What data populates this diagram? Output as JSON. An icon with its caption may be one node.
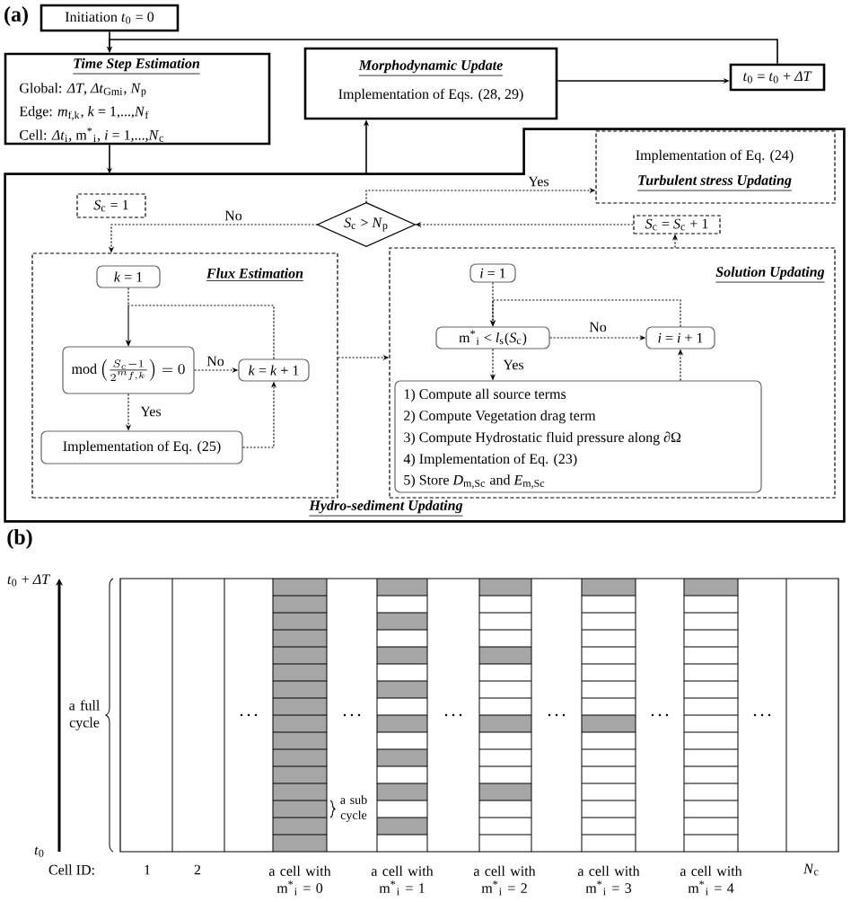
{
  "diagram": {
    "nodes": [
      {
        "text": [
          "Initiation *t*$_{0}$ = 0"
        ]
      },
      {
        "text": [
          "Time Step Estimation",
          "Global: *ΔT*, *Δt*$_{Gmi}$, *N*$_{p}$",
          "Edge: *m*$_{f,k}$, *k* = 1,...,*N*$_{f}$",
          "Cell: *Δt*$_{i}$, m$^{*}$$_{i}$, *i* = 1,...,*N*$_{c}$"
        ]
      },
      {
        "text": [
          "Morphodynamic Update",
          "Implementation of Eqs. (28, 29)"
        ]
      },
      {
        "text": [
          "*t*$_{0}$ = *t*$_{0}$ + *ΔT*"
        ]
      },
      {
        "text": [
          "Hydro-sediment Updating"
        ]
      },
      {
        "text": [
          "Implementation of Eq. (24)",
          "Turbulent stress Updating"
        ],
        "in": 4
      },
      {
        "text": [
          "*S*$_{c}$ = 1"
        ],
        "in": 4
      },
      {
        "text": [
          "*S*$_{c}$ > *N*$_{p}$"
        ],
        "in": 4
      },
      {
        "text": [
          "*S*$_{c}$ = *S*$_{c}$ + 1"
        ],
        "in": 4
      },
      {
        "text": [
          "Flux Estimation"
        ],
        "in": 4
      },
      {
        "text": [
          "*k* = 1"
        ],
        "in": 9
      },
      {
        "text": [
          "\\mathrm{mod}\\left(\\frac{S_c-1}{2^{m_{f,k}}}\\right)=0"
        ],
        "in": 9
      },
      {
        "text": [
          "*k* = *k* + 1"
        ],
        "in": 9
      },
      {
        "text": [
          "Implementation of Eq. (25)"
        ],
        "in": 9
      },
      {
        "text": [
          "Solution Updating"
        ],
        "in": 4
      },
      {
        "text": [
          "*i* = 1"
        ],
        "in": 14
      },
      {
        "text": [
          "m$^{*}$$_{i}$ < *l*$_{s}$(*S*$_{c}$)"
        ],
        "in": 14
      },
      {
        "text": [
          "*i* = *i* + 1"
        ],
        "in": 14
      },
      {
        "text": [
          "1) Compute all source terms",
          "2) Compute Vegetation drag term",
          "3) Compute Hydrostatic fluid pressure along ∂Ω",
          "4) Implementation of Eq. (23)",
          "5) Store *D*$_{m,Sc}$ and *E*$_{m,Sc}$"
        ],
        "in": 14
      }
    ],
    "edges": [
      {
        "from": 0,
        "to": 1,
        "arrow": "to"
      },
      {
        "from": 3,
        "to": 1,
        "arrow": "to"
      },
      {
        "from": 1,
        "to": 4,
        "arrow": "to"
      },
      {
        "from": 4,
        "to": 2,
        "arrow": "to"
      },
      {
        "from": 2,
        "to": 3,
        "arrow": "to"
      },
      {
        "from": 7,
        "to": 5,
        "arrow": "to",
        "label": "Yes",
        "style": "dashed"
      },
      {
        "from": 7,
        "to": 9,
        "arrow": "to",
        "label": "No",
        "style": "dashed"
      },
      {
        "from": 8,
        "to": 7,
        "arrow": "to",
        "style": "dashed"
      },
      {
        "from": 14,
        "to": 8,
        "arrow": "to",
        "style": "dashed"
      },
      {
        "from": 9,
        "to": 14,
        "arrow": "to",
        "style": "dashed"
      },
      {
        "from": 10,
        "to": 11,
        "arrow": "to",
        "style": "dashed"
      },
      {
        "from": 12,
        "to": 11,
        "arrow": "to",
        "style": "dashed"
      },
      {
        "from": 11,
        "to": 12,
        "arrow": "to",
        "label": "No",
        "style": "dashed"
      },
      {
        "from": 11,
        "to": 13,
        "arrow": "to",
        "label": "Yes",
        "style": "dashed"
      },
      {
        "from": 13,
        "to": 12,
        "arrow": "to",
        "style": "dashed"
      },
      {
        "from": 15,
        "to": 16,
        "arrow": "to",
        "style": "dashed"
      },
      {
        "from": 17,
        "to": 16,
        "arrow": "to",
        "style": "dashed"
      },
      {
        "from": 16,
        "to": 17,
        "arrow": "to",
        "label": "No",
        "style": "dashed"
      },
      {
        "from": 16,
        "to": 18,
        "arrow": "to",
        "label": "Yes",
        "style": "dashed"
      },
      {
        "from": 18,
        "to": 17,
        "arrow": "to",
        "style": "dashed"
      }
    ],
    "labels": [
      "(a)",
      "(b)",
      "*t*$_{0}$ + *ΔT*",
      "a full cycle",
      "a sub cycle",
      "*t*$_{0}$",
      "Cell ID:",
      "1",
      "2",
      "a cell with m$^{*}$$_{i}$ = 0",
      "a cell with m$^{*}$$_{i}$ = 1",
      "a cell with m$^{*}$$_{i}$ = 2",
      "a cell with m$^{*}$$_{i}$ = 3",
      "a cell with m$^{*}$$_{i}$ = 4",
      "*N*$_{c}$"
    ]
  }
}
